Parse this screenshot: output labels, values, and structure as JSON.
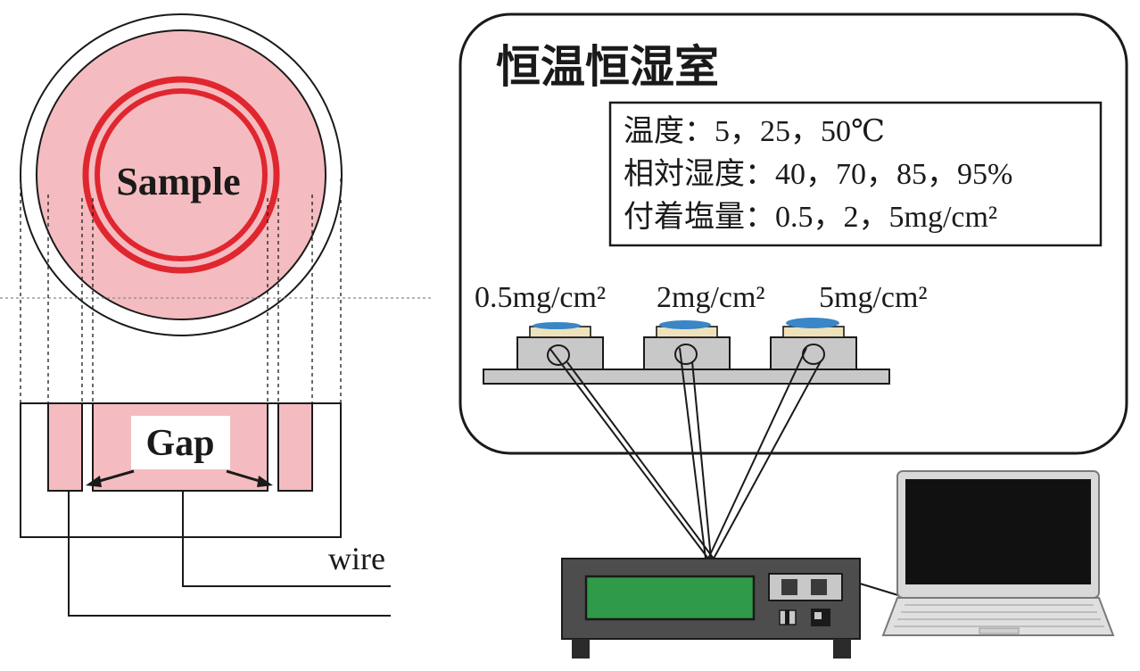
{
  "left_diagram": {
    "sample_label": "Sample",
    "gap_label": "Gap",
    "wire_label": "wire"
  },
  "chamber": {
    "title": "恒温恒湿室",
    "conditions": [
      "温度：5，25，50℃",
      "相対湿度：40，70，85，95%",
      "付着塩量：0.5，2，5mg/cm²"
    ],
    "sample_labels": [
      "0.5mg/cm²",
      "2mg/cm²",
      "5mg/cm²"
    ]
  },
  "colors": {
    "sample_fill": "#f4bcc0",
    "electrode_red": "#e0262f",
    "salt_blue": "#3a86c6",
    "sensor_base": "#c8c8c8",
    "pad_beige": "#eee2bc",
    "logger_body": "#4d4d4d",
    "logger_display": "#2f9a47",
    "laptop_screen": "#111111"
  },
  "icons": [
    "data-logger-icon",
    "laptop-icon"
  ]
}
